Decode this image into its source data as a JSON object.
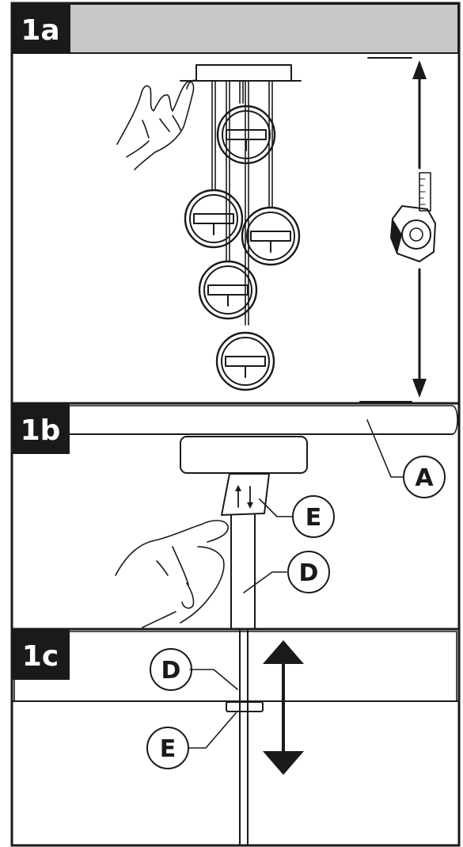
{
  "steps": {
    "a": {
      "label": "1a"
    },
    "b": {
      "label": "1b"
    },
    "c": {
      "label": "1c"
    }
  },
  "callouts": {
    "A": "A",
    "E_top": "E",
    "D_top": "D",
    "D_bottom": "D",
    "E_bottom": "E"
  },
  "colors": {
    "ink": "#1a1a1a",
    "header_bar": "#c8c8c8",
    "callout_fill": "#c4c4c4",
    "badge": "#1a1a1a",
    "background": "#ffffff"
  },
  "icons": [
    "hand-icon",
    "tape-measure-icon",
    "double-arrow-icon",
    "up-down-arrows-icon"
  ]
}
